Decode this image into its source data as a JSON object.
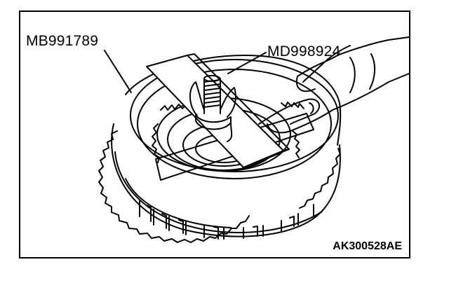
{
  "callouts": {
    "left_tool": "MB991789",
    "right_tool": "MD998924"
  },
  "figure_code": "AK300528AE",
  "colors": {
    "line": "#000000",
    "background": "#ffffff"
  }
}
